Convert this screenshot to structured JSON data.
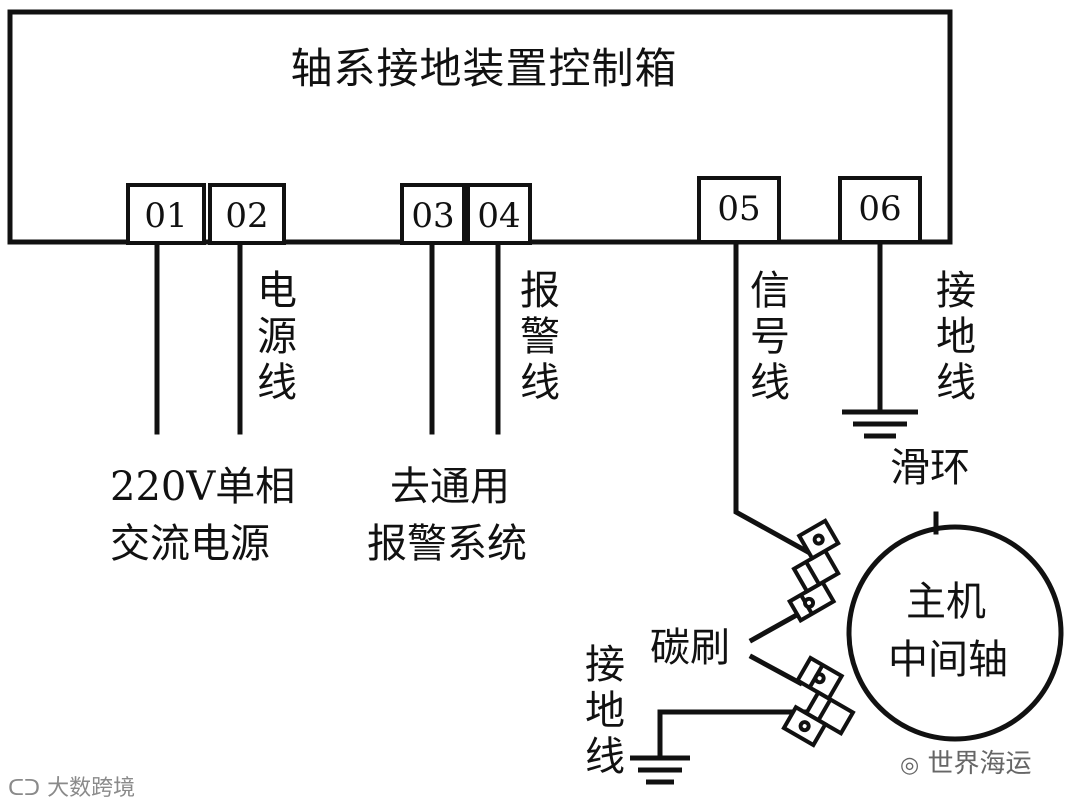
{
  "box_title": "轴系接地装置控制箱",
  "terminals": [
    "01",
    "02",
    "03",
    "04",
    "05",
    "06"
  ],
  "labels": {
    "power_line": "电源线",
    "alarm_line": "报警线",
    "signal_line": "信号线",
    "ground_line_top": "接地线",
    "ground_line_bottom": "接地线",
    "power_supply_1": "220V单相",
    "power_supply_2": "交流电源",
    "alarm_system_1": "去通用",
    "alarm_system_2": "报警系统",
    "slip_ring": "滑环",
    "carbon_brush": "碳刷",
    "shaft_1": "主机",
    "shaft_2": "中间轴"
  },
  "watermarks": {
    "left": "大数跨境",
    "right": "世界海运"
  }
}
